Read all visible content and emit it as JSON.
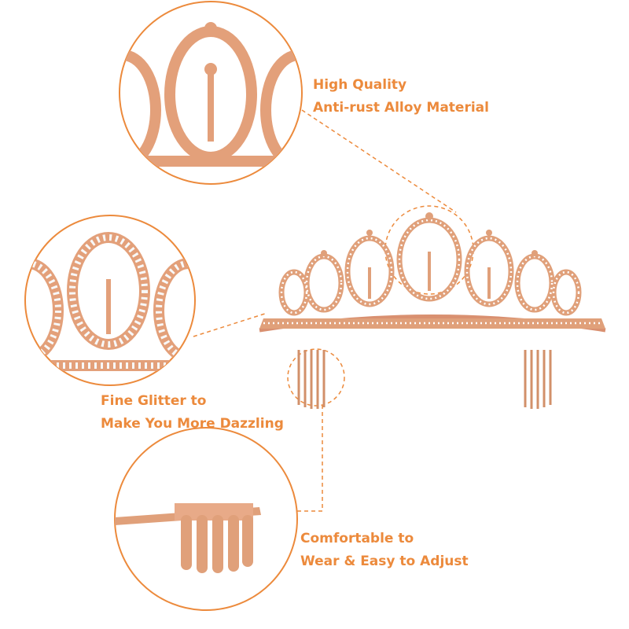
{
  "callouts": [
    {
      "line1": "High Quality",
      "line2": "Anti-rust Alloy Material"
    },
    {
      "line1": "Fine Glitter to",
      "line2": "Make You More Dazzling"
    },
    {
      "line1": "Comfortable to",
      "line2": "Wear & Easy to Adjust"
    }
  ],
  "colors": {
    "accent": "#ec8a3c",
    "metal": "#e0a07a",
    "metal_dark": "#c9825c",
    "rhinestone": "#f4f4f4"
  }
}
